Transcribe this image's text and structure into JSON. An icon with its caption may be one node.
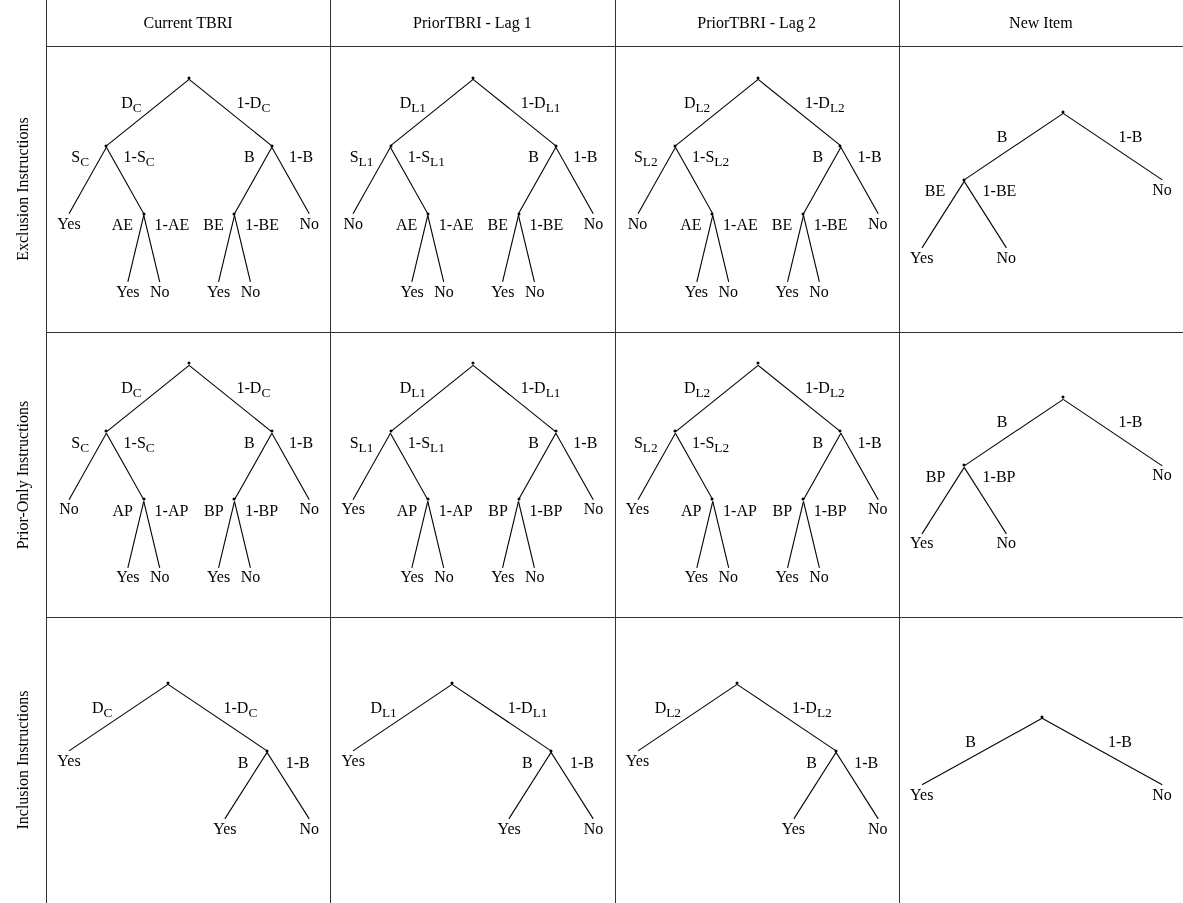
{
  "diagram": {
    "nodes": [
      {
        "text": [],
        "shape": "point"
      },
      {
        "text": [],
        "shape": "point"
      },
      {
        "text": [
          "Yes"
        ]
      },
      {
        "text": [],
        "shape": "point"
      },
      {
        "text": [
          "Yes"
        ]
      },
      {
        "text": [
          "No"
        ]
      },
      {
        "text": [],
        "shape": "point"
      },
      {
        "text": [],
        "shape": "point"
      },
      {
        "text": [
          "Yes"
        ]
      },
      {
        "text": [
          "No"
        ]
      },
      {
        "text": [
          "No"
        ]
      },
      {
        "text": [],
        "shape": "point"
      },
      {
        "text": [],
        "shape": "point"
      },
      {
        "text": [
          "No"
        ]
      },
      {
        "text": [],
        "shape": "point"
      },
      {
        "text": [
          "Yes"
        ]
      },
      {
        "text": [
          "No"
        ]
      },
      {
        "text": [],
        "shape": "point"
      },
      {
        "text": [],
        "shape": "point"
      },
      {
        "text": [
          "Yes"
        ]
      },
      {
        "text": [
          "No"
        ]
      },
      {
        "text": [
          "No"
        ]
      },
      {
        "text": [],
        "shape": "point"
      },
      {
        "text": [],
        "shape": "point"
      },
      {
        "text": [
          "No"
        ]
      },
      {
        "text": [],
        "shape": "point"
      },
      {
        "text": [
          "Yes"
        ]
      },
      {
        "text": [
          "No"
        ]
      },
      {
        "text": [],
        "shape": "point"
      },
      {
        "text": [],
        "shape": "point"
      },
      {
        "text": [
          "Yes"
        ]
      },
      {
        "text": [
          "No"
        ]
      },
      {
        "text": [
          "No"
        ]
      },
      {
        "text": [],
        "shape": "point"
      },
      {
        "text": [],
        "shape": "point"
      },
      {
        "text": [
          "Yes"
        ]
      },
      {
        "text": [
          "No"
        ]
      },
      {
        "text": [
          "No"
        ]
      },
      {
        "text": [],
        "shape": "point"
      },
      {
        "text": [],
        "shape": "point"
      },
      {
        "text": [
          "No"
        ]
      },
      {
        "text": [],
        "shape": "point"
      },
      {
        "text": [
          "Yes"
        ]
      },
      {
        "text": [
          "No"
        ]
      },
      {
        "text": [],
        "shape": "point"
      },
      {
        "text": [],
        "shape": "point"
      },
      {
        "text": [
          "Yes"
        ]
      },
      {
        "text": [
          "No"
        ]
      },
      {
        "text": [
          "No"
        ]
      },
      {
        "text": [],
        "shape": "point"
      },
      {
        "text": [],
        "shape": "point"
      },
      {
        "text": [
          "Yes"
        ]
      },
      {
        "text": [],
        "shape": "point"
      },
      {
        "text": [
          "Yes"
        ]
      },
      {
        "text": [
          "No"
        ]
      },
      {
        "text": [],
        "shape": "point"
      },
      {
        "text": [],
        "shape": "point"
      },
      {
        "text": [
          "Yes"
        ]
      },
      {
        "text": [
          "No"
        ]
      },
      {
        "text": [
          "No"
        ]
      },
      {
        "text": [],
        "shape": "point"
      },
      {
        "text": [],
        "shape": "point"
      },
      {
        "text": [
          "Yes"
        ]
      },
      {
        "text": [],
        "shape": "point"
      },
      {
        "text": [
          "Yes"
        ]
      },
      {
        "text": [
          "No"
        ]
      },
      {
        "text": [],
        "shape": "point"
      },
      {
        "text": [],
        "shape": "point"
      },
      {
        "text": [
          "Yes"
        ]
      },
      {
        "text": [
          "No"
        ]
      },
      {
        "text": [
          "No"
        ]
      },
      {
        "text": [],
        "shape": "point"
      },
      {
        "text": [],
        "shape": "point"
      },
      {
        "text": [
          "Yes"
        ]
      },
      {
        "text": [
          "No"
        ]
      },
      {
        "text": [
          "No"
        ]
      },
      {
        "text": [],
        "shape": "point"
      },
      {
        "text": [
          "Yes"
        ]
      },
      {
        "text": [],
        "shape": "point"
      },
      {
        "text": [
          "Yes"
        ]
      },
      {
        "text": [
          "No"
        ]
      },
      {
        "text": [],
        "shape": "point"
      },
      {
        "text": [
          "Yes"
        ]
      },
      {
        "text": [],
        "shape": "point"
      },
      {
        "text": [
          "Yes"
        ]
      },
      {
        "text": [
          "No"
        ]
      },
      {
        "text": [],
        "shape": "point"
      },
      {
        "text": [
          "Yes"
        ]
      },
      {
        "text": [],
        "shape": "point"
      },
      {
        "text": [
          "Yes"
        ]
      },
      {
        "text": [
          "No"
        ]
      },
      {
        "text": [],
        "shape": "point"
      },
      {
        "text": [
          "Yes"
        ]
      },
      {
        "text": [
          "No"
        ]
      }
    ],
    "edges": [
      {
        "from": 0,
        "to": 1,
        "arrow": "none",
        "label": "D$_{C}$"
      },
      {
        "from": 0,
        "to": 6,
        "arrow": "none",
        "label": "1-D$_{C}$"
      },
      {
        "from": 1,
        "to": 2,
        "arrow": "none",
        "label": "S$_{C}$"
      },
      {
        "from": 1,
        "to": 3,
        "arrow": "none",
        "label": "1-S$_{C}$"
      },
      {
        "from": 3,
        "to": 4,
        "arrow": "none",
        "label": "AE"
      },
      {
        "from": 3,
        "to": 5,
        "arrow": "none",
        "label": "1-AE"
      },
      {
        "from": 6,
        "to": 7,
        "arrow": "none",
        "label": "B"
      },
      {
        "from": 6,
        "to": 10,
        "arrow": "none",
        "label": "1-B"
      },
      {
        "from": 7,
        "to": 8,
        "arrow": "none",
        "label": "BE"
      },
      {
        "from": 7,
        "to": 9,
        "arrow": "none",
        "label": "1-BE"
      },
      {
        "from": 11,
        "to": 12,
        "arrow": "none",
        "label": "D$_{L1}$"
      },
      {
        "from": 11,
        "to": 17,
        "arrow": "none",
        "label": "1-D$_{L1}$"
      },
      {
        "from": 12,
        "to": 13,
        "arrow": "none",
        "label": "S$_{L1}$"
      },
      {
        "from": 12,
        "to": 14,
        "arrow": "none",
        "label": "1-S$_{L1}$"
      },
      {
        "from": 14,
        "to": 15,
        "arrow": "none",
        "label": "AE"
      },
      {
        "from": 14,
        "to": 16,
        "arrow": "none",
        "label": "1-AE"
      },
      {
        "from": 17,
        "to": 18,
        "arrow": "none",
        "label": "B"
      },
      {
        "from": 17,
        "to": 21,
        "arrow": "none",
        "label": "1-B"
      },
      {
        "from": 18,
        "to": 19,
        "arrow": "none",
        "label": "BE"
      },
      {
        "from": 18,
        "to": 20,
        "arrow": "none",
        "label": "1-BE"
      },
      {
        "from": 22,
        "to": 23,
        "arrow": "none",
        "label": "D$_{L2}$"
      },
      {
        "from": 22,
        "to": 28,
        "arrow": "none",
        "label": "1-D$_{L2}$"
      },
      {
        "from": 23,
        "to": 24,
        "arrow": "none",
        "label": "S$_{L2}$"
      },
      {
        "from": 23,
        "to": 25,
        "arrow": "none",
        "label": "1-S$_{L2}$"
      },
      {
        "from": 25,
        "to": 26,
        "arrow": "none",
        "label": "AE"
      },
      {
        "from": 25,
        "to": 27,
        "arrow": "none",
        "label": "1-AE"
      },
      {
        "from": 28,
        "to": 29,
        "arrow": "none",
        "label": "B"
      },
      {
        "from": 28,
        "to": 32,
        "arrow": "none",
        "label": "1-B"
      },
      {
        "from": 29,
        "to": 30,
        "arrow": "none",
        "label": "BE"
      },
      {
        "from": 29,
        "to": 31,
        "arrow": "none",
        "label": "1-BE"
      },
      {
        "from": 33,
        "to": 34,
        "arrow": "none",
        "label": "B"
      },
      {
        "from": 33,
        "to": 37,
        "arrow": "none",
        "label": "1-B"
      },
      {
        "from": 34,
        "to": 35,
        "arrow": "none",
        "label": "BE"
      },
      {
        "from": 34,
        "to": 36,
        "arrow": "none",
        "label": "1-BE"
      },
      {
        "from": 38,
        "to": 39,
        "arrow": "none",
        "label": "D$_{C}$"
      },
      {
        "from": 38,
        "to": 44,
        "arrow": "none",
        "label": "1-D$_{C}$"
      },
      {
        "from": 39,
        "to": 40,
        "arrow": "none",
        "label": "S$_{C}$"
      },
      {
        "from": 39,
        "to": 41,
        "arrow": "none",
        "label": "1-S$_{C}$"
      },
      {
        "from": 41,
        "to": 42,
        "arrow": "none",
        "label": "AP"
      },
      {
        "from": 41,
        "to": 43,
        "arrow": "none",
        "label": "1-AP"
      },
      {
        "from": 44,
        "to": 45,
        "arrow": "none",
        "label": "B"
      },
      {
        "from": 44,
        "to": 48,
        "arrow": "none",
        "label": "1-B"
      },
      {
        "from": 45,
        "to": 46,
        "arrow": "none",
        "label": "BP"
      },
      {
        "from": 45,
        "to": 47,
        "arrow": "none",
        "label": "1-BP"
      },
      {
        "from": 49,
        "to": 50,
        "arrow": "none",
        "label": "D$_{L1}$"
      },
      {
        "from": 49,
        "to": 55,
        "arrow": "none",
        "label": "1-D$_{L1}$"
      },
      {
        "from": 50,
        "to": 51,
        "arrow": "none",
        "label": "S$_{L1}$"
      },
      {
        "from": 50,
        "to": 52,
        "arrow": "none",
        "label": "1-S$_{L1}$"
      },
      {
        "from": 52,
        "to": 53,
        "arrow": "none",
        "label": "AP"
      },
      {
        "from": 52,
        "to": 54,
        "arrow": "none",
        "label": "1-AP"
      },
      {
        "from": 55,
        "to": 56,
        "arrow": "none",
        "label": "B"
      },
      {
        "from": 55,
        "to": 59,
        "arrow": "none",
        "label": "1-B"
      },
      {
        "from": 56,
        "to": 57,
        "arrow": "none",
        "label": "BP"
      },
      {
        "from": 56,
        "to": 58,
        "arrow": "none",
        "label": "1-BP"
      },
      {
        "from": 60,
        "to": 61,
        "arrow": "none",
        "label": "D$_{L2}$"
      },
      {
        "from": 60,
        "to": 66,
        "arrow": "none",
        "label": "1-D$_{L2}$"
      },
      {
        "from": 61,
        "to": 62,
        "arrow": "none",
        "label": "S$_{L2}$"
      },
      {
        "from": 61,
        "to": 63,
        "arrow": "none",
        "label": "1-S$_{L2}$"
      },
      {
        "from": 63,
        "to": 64,
        "arrow": "none",
        "label": "AP"
      },
      {
        "from": 63,
        "to": 65,
        "arrow": "none",
        "label": "1-AP"
      },
      {
        "from": 66,
        "to": 67,
        "arrow": "none",
        "label": "B"
      },
      {
        "from": 66,
        "to": 70,
        "arrow": "none",
        "label": "1-B"
      },
      {
        "from": 67,
        "to": 68,
        "arrow": "none",
        "label": "BP"
      },
      {
        "from": 67,
        "to": 69,
        "arrow": "none",
        "label": "1-BP"
      },
      {
        "from": 71,
        "to": 72,
        "arrow": "none",
        "label": "B"
      },
      {
        "from": 71,
        "to": 75,
        "arrow": "none",
        "label": "1-B"
      },
      {
        "from": 72,
        "to": 73,
        "arrow": "none",
        "label": "BP"
      },
      {
        "from": 72,
        "to": 74,
        "arrow": "none",
        "label": "1-BP"
      },
      {
        "from": 76,
        "to": 77,
        "arrow": "none",
        "label": "D$_{C}$"
      },
      {
        "from": 76,
        "to": 78,
        "arrow": "none",
        "label": "1-D$_{C}$"
      },
      {
        "from": 78,
        "to": 79,
        "arrow": "none",
        "label": "B"
      },
      {
        "from": 78,
        "to": 80,
        "arrow": "none",
        "label": "1-B"
      },
      {
        "from": 81,
        "to": 82,
        "arrow": "none",
        "label": "D$_{L1}$"
      },
      {
        "from": 81,
        "to": 83,
        "arrow": "none",
        "label": "1-D$_{L1}$"
      },
      {
        "from": 83,
        "to": 84,
        "arrow": "none",
        "label": "B"
      },
      {
        "from": 83,
        "to": 85,
        "arrow": "none",
        "label": "1-B"
      },
      {
        "from": 86,
        "to": 87,
        "arrow": "none",
        "label": "D$_{L2}$"
      },
      {
        "from": 86,
        "to": 88,
        "arrow": "none",
        "label": "1-D$_{L2}$"
      },
      {
        "from": 88,
        "to": 89,
        "arrow": "none",
        "label": "B"
      },
      {
        "from": 88,
        "to": 90,
        "arrow": "none",
        "label": "1-B"
      },
      {
        "from": 91,
        "to": 92,
        "arrow": "none",
        "label": "B"
      },
      {
        "from": 91,
        "to": 93,
        "arrow": "none",
        "label": "1-B"
      }
    ],
    "labels": [
      "Current TBRI",
      "PriorTBRI - Lag 1",
      "PriorTBRI - Lag 2",
      "New Item",
      "Exclusion Instructions",
      "Prior-Only Instructions",
      "Inclusion Instructions"
    ]
  }
}
